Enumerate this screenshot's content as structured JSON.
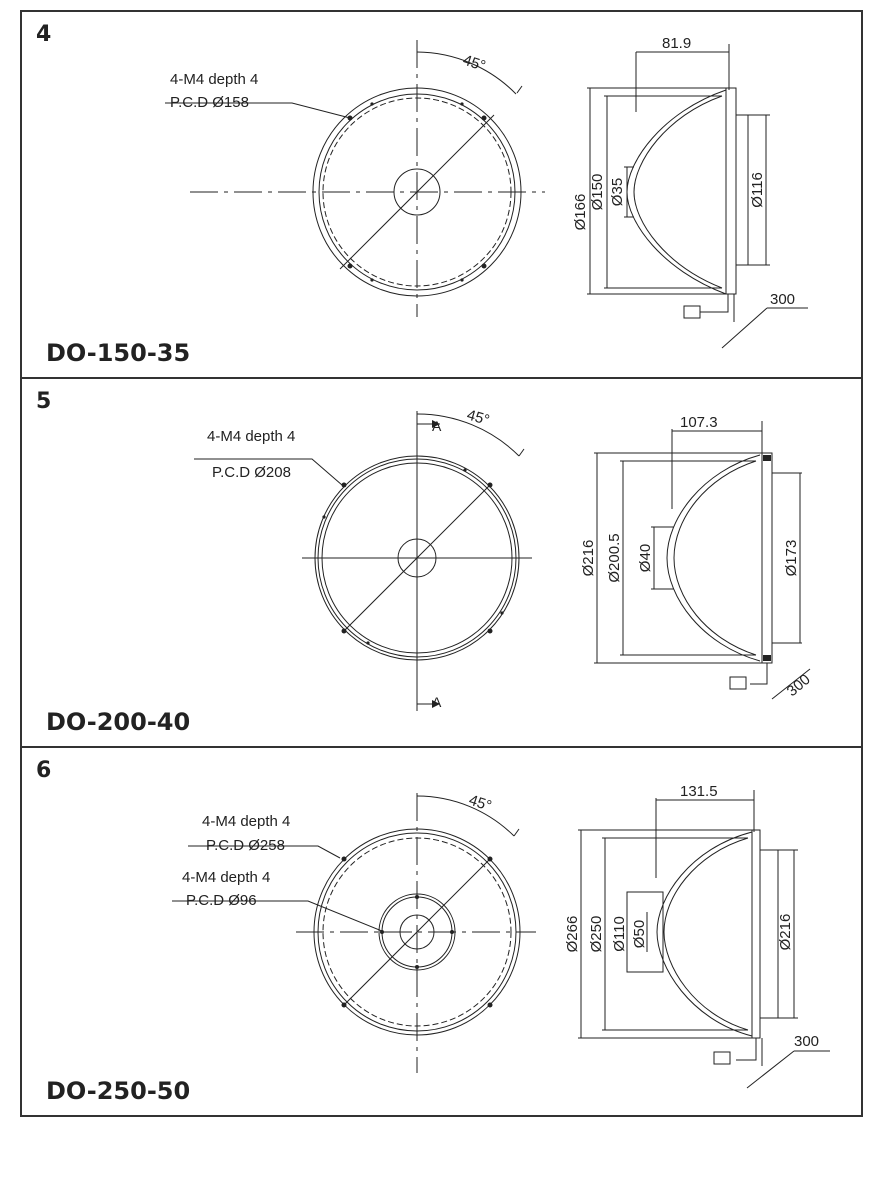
{
  "panels": [
    {
      "number": "4",
      "model": "DO-150-35",
      "angle": "45°",
      "holes_1_label": "4-M4 depth 4",
      "holes_1_pcd": "P.C.D Ø158",
      "width": "81.9",
      "d1": "Ø166",
      "d2": "Ø150",
      "d3": "Ø35",
      "d4": "Ø116",
      "cable": "300"
    },
    {
      "number": "5",
      "model": "DO-200-40",
      "angle": "45°",
      "section": "A",
      "holes_1_label": "4-M4 depth 4",
      "holes_1_pcd": "P.C.D Ø208",
      "width": "107.3",
      "d1": "Ø216",
      "d2": "Ø200.5",
      "d3": "Ø40",
      "d4": "Ø173",
      "cable": "300"
    },
    {
      "number": "6",
      "model": "DO-250-50",
      "angle": "45°",
      "holes_1_label": "4-M4 depth 4",
      "holes_1_pcd": "P.C.D Ø258",
      "holes_2_label": "4-M4 depth 4",
      "holes_2_pcd": "P.C.D Ø96",
      "width": "131.5",
      "d1": "Ø266",
      "d2": "Ø250",
      "d3": "Ø110",
      "d3b": "Ø50",
      "d4": "Ø216",
      "cable": "300"
    }
  ]
}
